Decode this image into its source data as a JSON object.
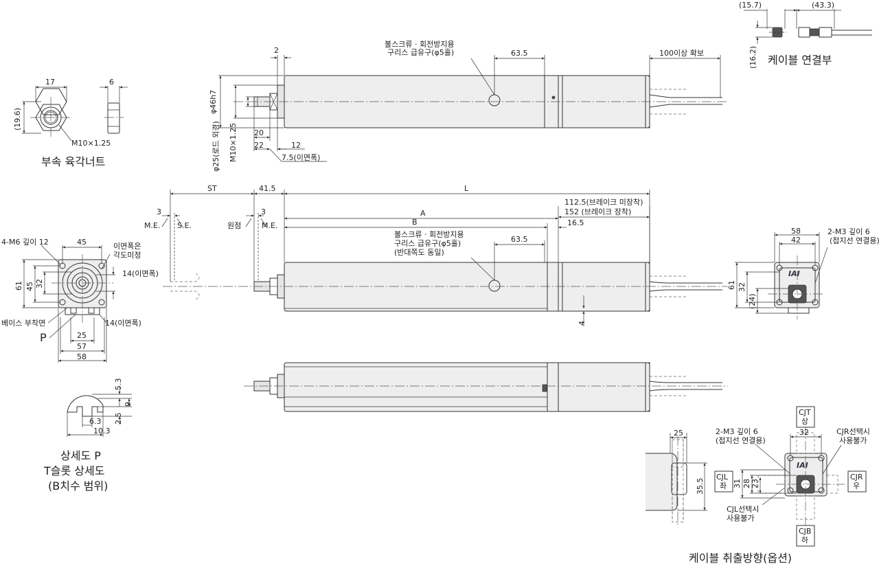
{
  "titles": {
    "hex_nut": "부속 육각너트",
    "cable_connection": "케이블 연결부",
    "detail_p": "상세도 P",
    "t_slot": "T슬롯 상세도",
    "b_range": "(B치수 범위)",
    "cable_direction": "케이블 취출방향(옵션)"
  },
  "hex_nut": {
    "dim_width": "17",
    "dim_thickness": "6",
    "dim_height": "(19.6)",
    "thread": "M10×1.25"
  },
  "cable_conn": {
    "dim_a": "(15.7)",
    "dim_b": "(43.3)",
    "dim_c": "(16.2)"
  },
  "top_view": {
    "dim_2": "2",
    "grease_label_1": "볼스크류 · 회전방지용",
    "grease_label_2": "구리스 급유구(φ5홀)",
    "dim_63_5": "63.5",
    "cable_length": "100이상 확보",
    "rod_dia": "φ46h7",
    "rod_outer": "φ25(로드 외경)",
    "rod_thread": "M10×1.25",
    "dim_20": "20",
    "dim_22": "22",
    "dim_12": "12",
    "dim_7_5": "7.5(이면폭)"
  },
  "side_view": {
    "st": "ST",
    "dim_41_5": "41.5",
    "l": "L",
    "dim_3a": "3",
    "dim_3b": "3",
    "me_1": "M.E.",
    "se": "S.E.",
    "origin": "원점",
    "me_2": "M.E.",
    "a": "A",
    "b": "B",
    "brake_none": "112.5(브레이크 미장착)",
    "brake_with": "152  (브레이크 장착)",
    "dim_16_5": "16.5",
    "grease_1": "볼스크류 · 회전방지용",
    "grease_2": "구리스 급유구(φ5홀)",
    "grease_3": "(반대쪽도 동일)",
    "dim_63_5": "63.5",
    "dim_4": "4"
  },
  "front_left": {
    "tap": "4-M6 깊이 12",
    "dim_45_top": "45",
    "note_1": "이면폭은",
    "note_2": "각도미정",
    "dim_14a": "14(이면폭)",
    "dim_61": "61",
    "dim_45_side": "45",
    "dim_32": "32",
    "base_face": "베이스 부착면",
    "dim_14b": "14(이면폭)",
    "p_label": "P",
    "dim_25": "25",
    "dim_57": "57",
    "dim_58": "58"
  },
  "t_slot": {
    "dim_5_3": "5.3",
    "dim_9": "9",
    "dim_2_5": "2.5",
    "dim_6_3": "6.3",
    "dim_10_3": "10.3"
  },
  "rear_right": {
    "dim_58": "58",
    "dim_42": "42",
    "tap_1": "2-M3 깊이 6",
    "tap_2": "(접지선 연결용)",
    "logo": "IAI",
    "dim_61": "61",
    "dim_32": "32",
    "dim_24": "(24)"
  },
  "cable_option": {
    "dim_25": "25",
    "dim_35_5": "35.5",
    "tap_1": "2-M3 깊이 6",
    "tap_2": "(접지선 연결용)",
    "dim_32": "32",
    "cjt": "CJT",
    "cjt_ko": "상",
    "cjr_note_1": "CJR선택시",
    "cjr_note_2": "사용불가",
    "cjl": "CJL",
    "cjl_ko": "좌",
    "cjr": "CJR",
    "cjr_ko": "우",
    "dim_31": "31",
    "dim_28": "28",
    "dim_23": "23",
    "cjl_note_1": "CJL선택시",
    "cjl_note_2": "사용불가",
    "cjb": "CJB",
    "cjb_ko": "하",
    "logo": "IAI"
  }
}
